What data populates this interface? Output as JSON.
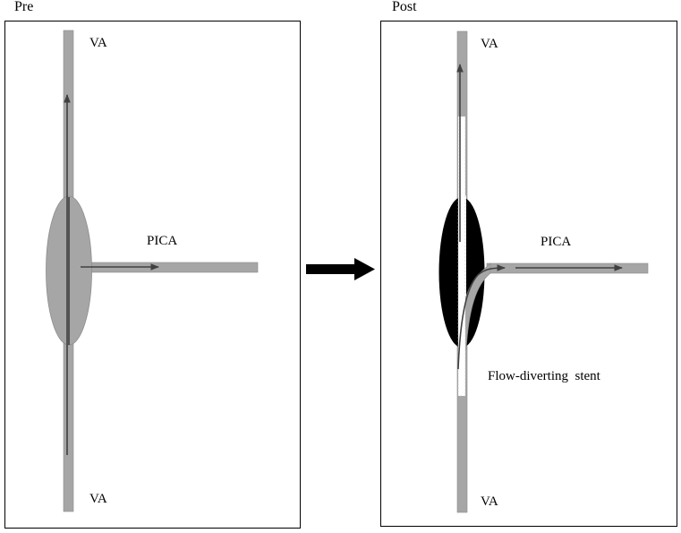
{
  "panels": {
    "pre": {
      "title": "Pre",
      "labels": {
        "va_top": "VA",
        "va_bottom": "VA",
        "pica": "PICA"
      }
    },
    "post": {
      "title": "Post",
      "labels": {
        "va_top": "VA",
        "va_bottom": "VA",
        "pica": "PICA",
        "stent": "Flow-diverting  stent"
      }
    }
  },
  "colors": {
    "vessel": "#a6a6a6",
    "aneurysm_pre": "#a6a6a6",
    "aneurysm_post": "#000000",
    "arrow": "#404040",
    "stent": "#ffffff"
  }
}
